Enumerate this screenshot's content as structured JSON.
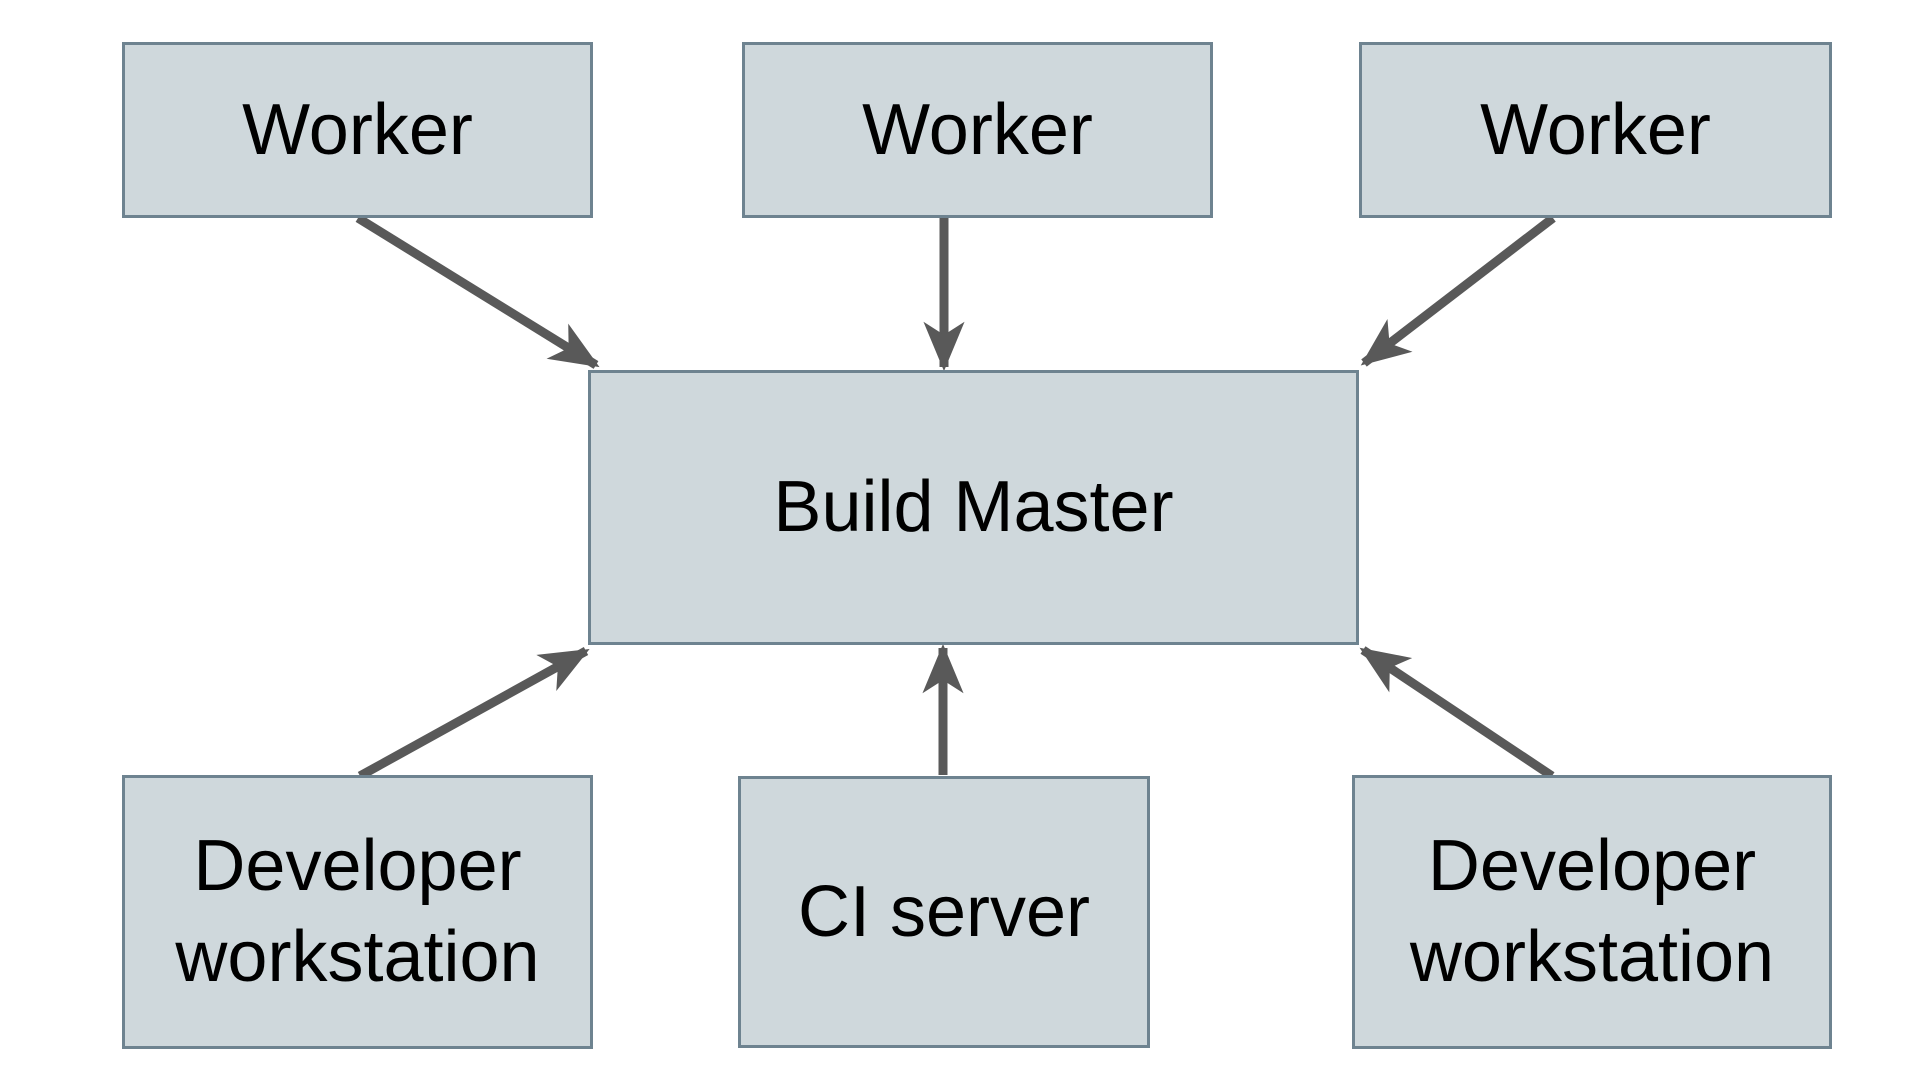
{
  "diagram": {
    "type": "architecture-diagram",
    "nodes": [
      {
        "id": "worker-1",
        "label": "Worker",
        "row": "top"
      },
      {
        "id": "worker-2",
        "label": "Worker",
        "row": "top"
      },
      {
        "id": "worker-3",
        "label": "Worker",
        "row": "top"
      },
      {
        "id": "build-master",
        "label": "Build Master",
        "row": "center"
      },
      {
        "id": "developer-workstation-1",
        "label": "Developer workstation",
        "row": "bottom"
      },
      {
        "id": "ci-server",
        "label": "CI server",
        "row": "bottom"
      },
      {
        "id": "developer-workstation-2",
        "label": "Developer workstation",
        "row": "bottom"
      }
    ],
    "edges": [
      {
        "from": "worker-1",
        "to": "build-master"
      },
      {
        "from": "worker-2",
        "to": "build-master"
      },
      {
        "from": "worker-3",
        "to": "build-master"
      },
      {
        "from": "developer-workstation-1",
        "to": "build-master"
      },
      {
        "from": "ci-server",
        "to": "build-master"
      },
      {
        "from": "developer-workstation-2",
        "to": "build-master"
      }
    ],
    "colors": {
      "node_fill": "#cfd8dc",
      "node_border": "#6e8390",
      "arrow": "#595959",
      "text": "#000000",
      "background": "#ffffff"
    }
  }
}
